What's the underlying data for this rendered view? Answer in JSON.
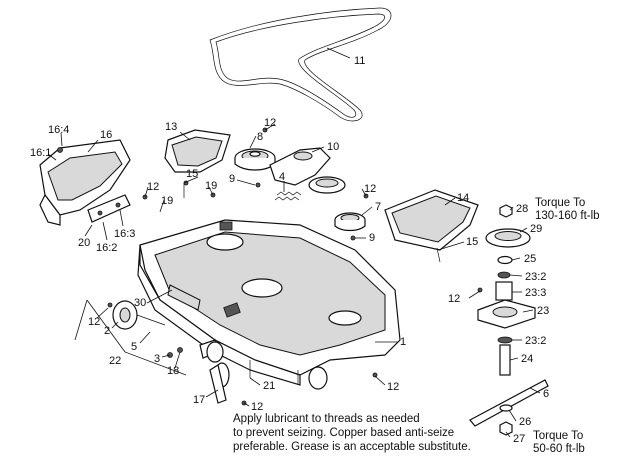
{
  "callouts": {
    "c1": "1",
    "c2": "2",
    "c3": "3",
    "c4": "4",
    "c5": "5",
    "c6": "6",
    "c7": "7",
    "c8": "8",
    "c9a": "9",
    "c9b": "9",
    "c10": "10",
    "c11": "11",
    "c12a": "12",
    "c12b": "12",
    "c12c": "12",
    "c12d": "12",
    "c12e": "12",
    "c12f": "12",
    "c12g": "12",
    "c13": "13",
    "c14": "14",
    "c15a": "15",
    "c15b": "15",
    "c16": "16",
    "c16_1": "16:1",
    "c16_2": "16:2",
    "c16_3": "16:3",
    "c16_4": "16:4",
    "c17": "17",
    "c18": "18",
    "c19a": "19",
    "c19b": "19",
    "c20": "20",
    "c21": "21",
    "c22": "22",
    "c23": "23",
    "c23_2a": "23:2",
    "c23_2b": "23:2",
    "c23_3": "23:3",
    "c24": "24",
    "c25": "25",
    "c26": "26",
    "c27": "27",
    "c28": "28",
    "c29": "29",
    "c30": "30"
  },
  "torque_top": {
    "line1": "Torque To",
    "line2": "130-160 ft-lb"
  },
  "torque_bottom": {
    "line1": "Torque To",
    "line2": "50-60 ft-lb"
  },
  "note": {
    "line1": "Apply lubricant to threads as needed",
    "line2": "to prevent seizing. Copper based anti-seize",
    "line3": "preferable. Grease is an acceptable substitute."
  }
}
